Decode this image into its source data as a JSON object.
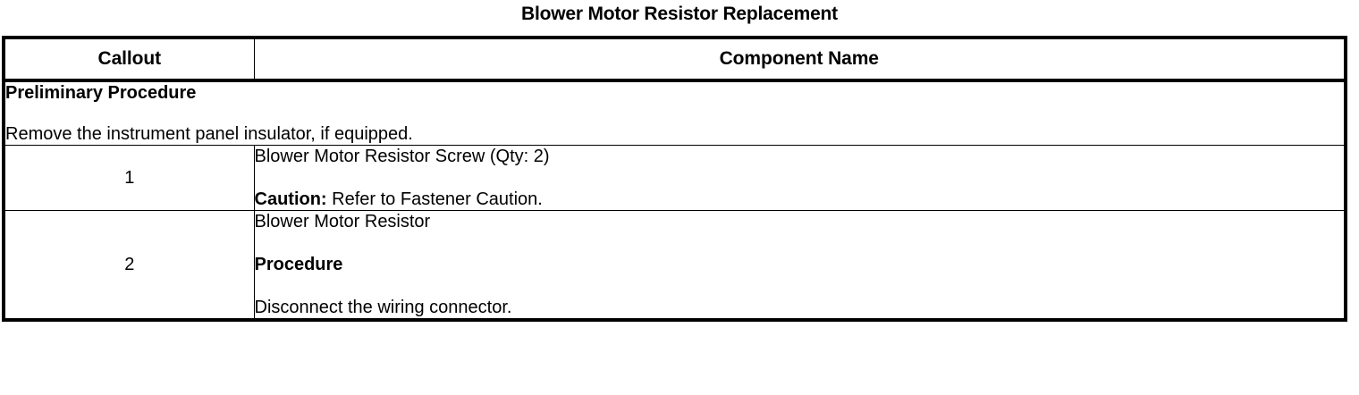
{
  "document": {
    "title": "Blower Motor Resistor Replacement"
  },
  "table": {
    "headers": {
      "callout": "Callout",
      "component_name": "Component Name"
    },
    "preliminary": {
      "heading": "Preliminary Procedure",
      "text": "Remove the instrument panel insulator, if equipped."
    },
    "rows": [
      {
        "callout": "1",
        "lines": [
          {
            "text": "Blower Motor Resistor Screw (Qty: 2)"
          },
          {
            "bold_prefix": "Caution:",
            "text": " Refer to Fastener Caution."
          }
        ]
      },
      {
        "callout": "2",
        "lines": [
          {
            "text": "Blower Motor Resistor"
          },
          {
            "bold_text": "Procedure"
          },
          {
            "text": "Disconnect the wiring connector."
          }
        ]
      }
    ]
  },
  "colors": {
    "text": "#000000",
    "background": "#ffffff",
    "border": "#000000"
  }
}
